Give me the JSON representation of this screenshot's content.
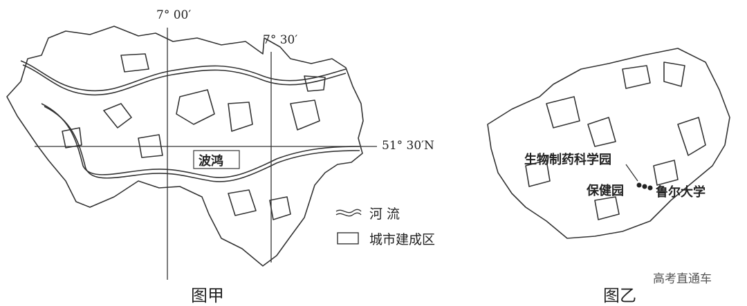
{
  "figure_a": {
    "caption": "图甲",
    "coords": {
      "lon_a": "7° 00′",
      "lon_b": "7° 30′",
      "lat": "51° 30′N"
    },
    "city_label": "波鸿",
    "legend": {
      "river": "河  流",
      "built_area": "城市建成区"
    }
  },
  "figure_b": {
    "caption": "图乙",
    "places": {
      "biotech_park": "生物制药科学园",
      "health_park": "保健园",
      "university": "鲁尔大学"
    }
  },
  "watermark": "高考直通车",
  "colors": {
    "ink": "#222222",
    "background": "#ffffff"
  }
}
